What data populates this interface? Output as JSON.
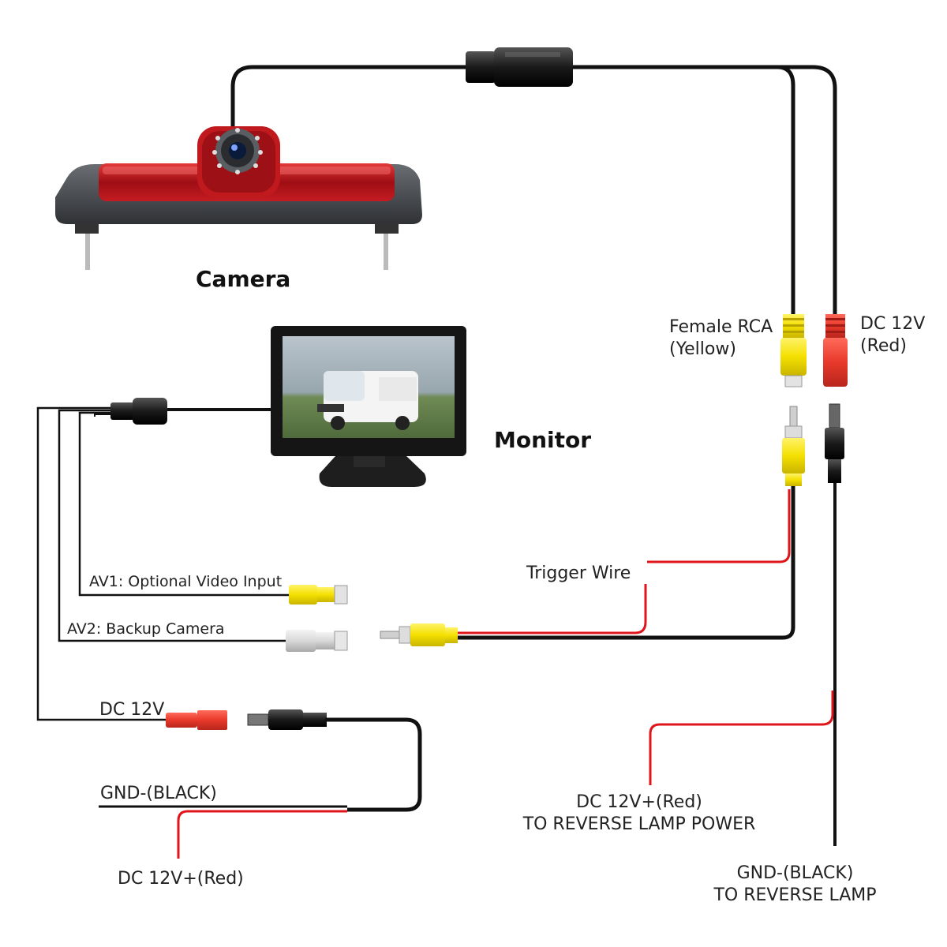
{
  "labels": {
    "camera": "Camera",
    "monitor": "Monitor",
    "female_rca_1": "Female RCA",
    "female_rca_2": "(Yellow)",
    "dc12v_top_1": "DC 12V",
    "dc12v_top_2": "(Red)",
    "av1": "AV1: Optional Video Input",
    "av2": "AV2: Backup Camera",
    "trigger": "Trigger Wire",
    "dc12v_left": "DC 12V",
    "gnd_left": "GND-(BLACK)",
    "dc12v_red_left": "DC 12V+(Red)",
    "rev_power_1": "DC 12V+(Red)",
    "rev_power_2": "TO REVERSE LAMP POWER",
    "rev_gnd_1": "GND-(BLACK)",
    "rev_gnd_2": "TO REVERSE LAMP"
  },
  "colors": {
    "wire_black": "#111111",
    "wire_red": "#e0141b",
    "rca_yellow": "#f4e000",
    "rca_white": "#d8d8d8",
    "plug_red": "#e8392b",
    "lamp_red": "#b0121a",
    "housing": "#4a4d52"
  }
}
